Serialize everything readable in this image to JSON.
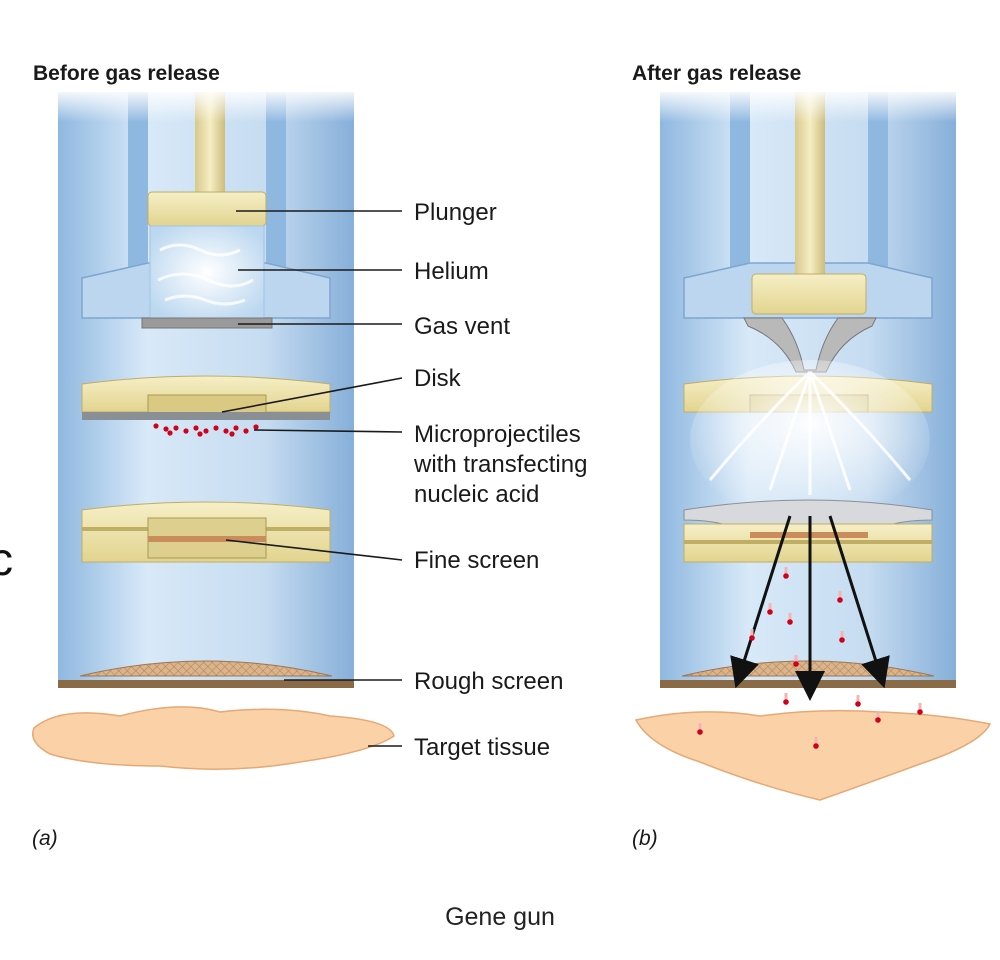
{
  "panels": {
    "a": {
      "title": "Before gas release",
      "letter": "(a)"
    },
    "b": {
      "title": "After gas release",
      "letter": "(b)"
    }
  },
  "labels": {
    "plunger": "Plunger",
    "helium": "Helium",
    "gas_vent": "Gas vent",
    "disk": "Disk",
    "microprojectiles": [
      "Microprojectiles",
      "with transfecting",
      "nucleic acid"
    ],
    "fine_screen": "Fine screen",
    "rough_screen": "Rough screen",
    "target_tissue": "Target tissue"
  },
  "caption": "Gene gun",
  "stray_glyph": "c",
  "colors": {
    "tube": "#a9cbea",
    "tube_light": "#dcecf9",
    "plunger": "#e9e0a6",
    "disk_ring": "#f2e9b8",
    "screen_mesh": "#c99a6c",
    "tissue": "#fbd4ad",
    "microprojectile": "#d0021b"
  }
}
